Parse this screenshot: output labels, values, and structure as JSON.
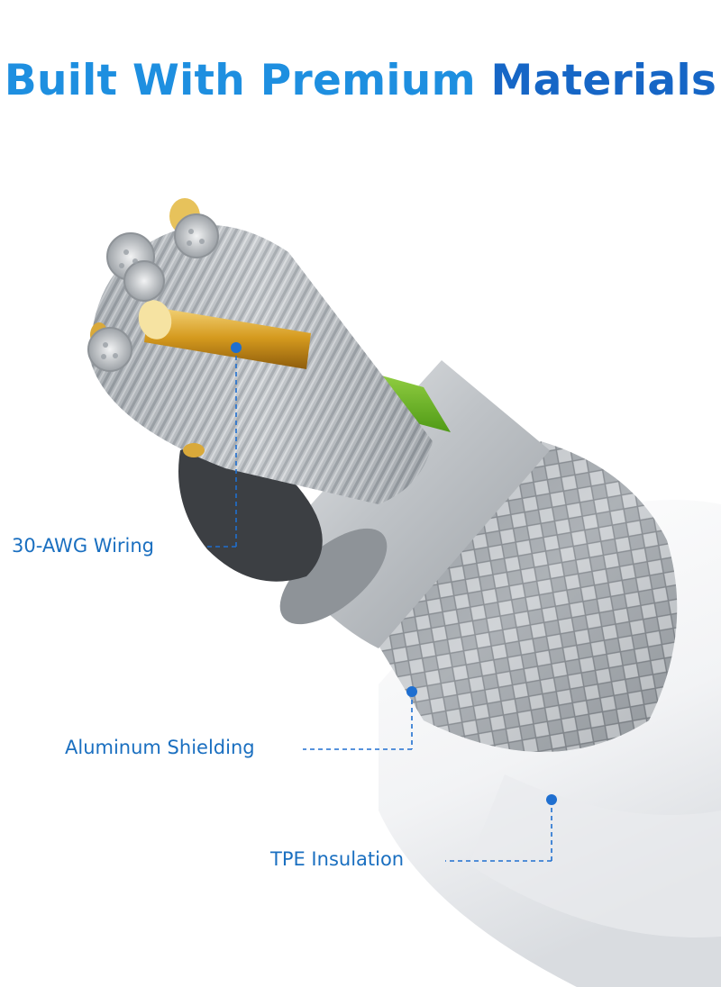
{
  "headline": {
    "part1": "Built With Premium ",
    "part2": "Materials"
  },
  "callouts": {
    "wiring": "30-AWG Wiring",
    "shielding": "Aluminum Shielding",
    "insulation": "TPE Insulation"
  },
  "colors": {
    "headline_light": "#1e8fe0",
    "headline_dark": "#1666c6",
    "callout_text": "#1a6fc0",
    "leader_line": "#1f6fd0"
  }
}
